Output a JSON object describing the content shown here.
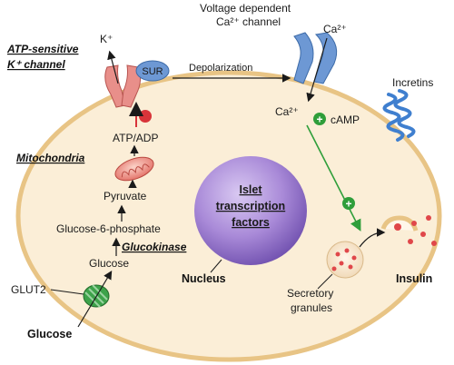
{
  "labels": {
    "atp_channel_line1": "ATP-sensitive",
    "atp_channel_line2": "K⁺ channel",
    "k_ion": "K⁺",
    "sur": "SUR",
    "depolarization": "Depolarization",
    "vdcc_line1": "Voltage dependent",
    "vdcc_line2": "Ca²⁺ channel",
    "ca_outside": "Ca²⁺",
    "ca_inside": "Ca²⁺",
    "camp": "cAMP",
    "incretins": "Incretins",
    "atp_adp": "ATP/ADP",
    "mitochondria": "Mitochondria",
    "pyruvate": "Pyruvate",
    "g6p": "Glucose-6-phosphate",
    "glucokinase": "Glucokinase",
    "glucose_inside": "Glucose",
    "glut2": "GLUT2",
    "glucose_outside": "Glucose",
    "nucleus_line1": "Islet",
    "nucleus_line2": "transcription",
    "nucleus_line3": "factors",
    "nucleus": "Nucleus",
    "secretory_line1": "Secretory",
    "secretory_line2": "granules",
    "insulin": "Insulin"
  },
  "colors": {
    "cell_fill": "#fbeed7",
    "cell_border": "#e8c485",
    "nucleus": "#9b7fcf",
    "channel": "#e88f8a",
    "vdcc": "#6d98d4",
    "incretin": "#3f7fcf",
    "glut2": "#3da24a",
    "arrow_green": "#2f9e3a",
    "insulin_dot": "#e0474a"
  }
}
